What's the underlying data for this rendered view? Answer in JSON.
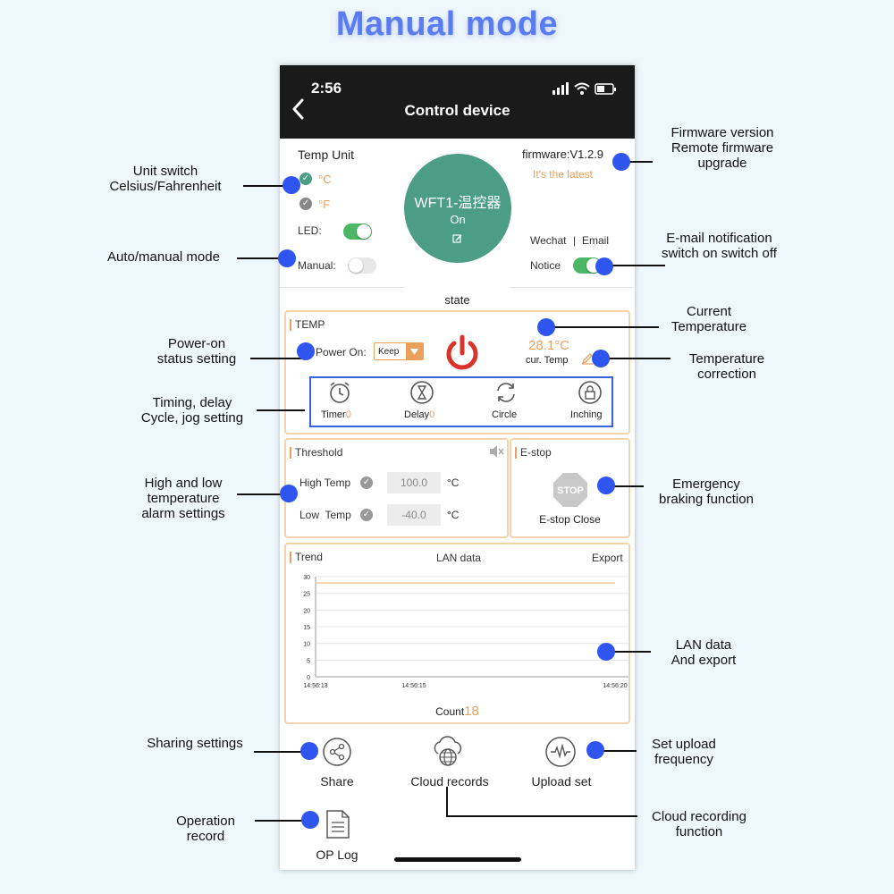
{
  "page_title": "Manual mode",
  "status_bar": {
    "time": "2:56"
  },
  "nav": {
    "title": "Control device"
  },
  "device": {
    "temp_unit_label": "Temp Unit",
    "unit_c": "°C",
    "unit_f": "°F",
    "led_label": "LED:",
    "manual_label": "Manual:",
    "name": "WFT1-温控器",
    "state": "On",
    "firmware": "firmware:V1.2.9",
    "firmware_status": "It's the latest",
    "wechat": "Wechat",
    "separator": "|",
    "email": "Email",
    "notice_label": "Notice",
    "section_label": "state"
  },
  "temp_card": {
    "label": "TEMP",
    "power_on_label": "Power On:",
    "power_on_value": "Keep",
    "current_temp": "28.1°C",
    "cur_temp_label": "cur. Temp",
    "timer_label": "Timer",
    "timer_value": "0",
    "delay_label": "Delay",
    "delay_value": "0",
    "circle_label": "Circle",
    "inching_label": "Inching"
  },
  "threshold": {
    "label": "Threshold",
    "high_label": "High Temp",
    "high_value": "100.0",
    "low_label": "Low  Temp",
    "low_value": "-40.0",
    "unit": "°C"
  },
  "estop": {
    "label": "E-stop",
    "sign": "STOP",
    "status": "E-stop Close"
  },
  "trend": {
    "label": "Trend",
    "lan_label": "LAN data",
    "export_label": "Export",
    "count_label": "Count",
    "count_value": "18"
  },
  "chart_data": {
    "type": "line",
    "x": [
      "14:56:13",
      "14:56:15",
      "14:56:20"
    ],
    "yticks": [
      30,
      25,
      20,
      15,
      10,
      5,
      0
    ],
    "ylim": [
      0,
      30
    ],
    "series": [
      {
        "values": [
          28.1,
          28.1,
          28.1
        ]
      }
    ],
    "color": "#f3d3ac"
  },
  "bottom": {
    "share": "Share",
    "cloud": "Cloud records",
    "upload": "Upload set",
    "oplog": "OP Log"
  },
  "annotations": {
    "firmware": [
      "Firmware version",
      "Remote firmware",
      "upgrade"
    ],
    "unit_switch": [
      "Unit switch",
      "Celsius/Fahrenheit"
    ],
    "auto_manual": [
      "Auto/manual mode"
    ],
    "email_notify": [
      "E-mail notification",
      "switch on switch off"
    ],
    "current_temp": [
      "Current",
      "Temperature"
    ],
    "power_on": [
      "Power-on",
      "status setting"
    ],
    "temp_correction": [
      "Temperature",
      "correction"
    ],
    "timing": [
      "Timing, delay",
      "Cycle, jog setting"
    ],
    "alarm": [
      "High and low",
      "temperature",
      "alarm settings"
    ],
    "emergency": [
      "Emergency",
      "braking function"
    ],
    "lan": [
      "LAN data",
      "And export"
    ],
    "sharing": [
      "Sharing settings"
    ],
    "upload": [
      "Set upload",
      "frequency"
    ],
    "oprecord": [
      "Operation",
      "record"
    ],
    "cloud": [
      "Cloud recording",
      "function"
    ]
  },
  "colors": {
    "accent_blue": "#2e55ee",
    "toggle_green": "#4cb764",
    "device_green": "#4b9d86",
    "orange": "#e9a05d",
    "power_red": "#d9332b",
    "card_border": "#f3d3ac"
  }
}
